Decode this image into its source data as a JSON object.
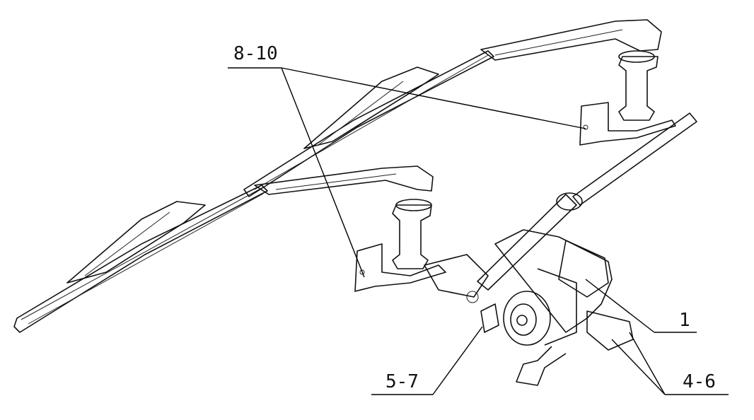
{
  "diagram": {
    "labels": {
      "blade_arm": "8-10",
      "motor": "1",
      "crank": "5-7",
      "bracket": "4-6"
    }
  }
}
